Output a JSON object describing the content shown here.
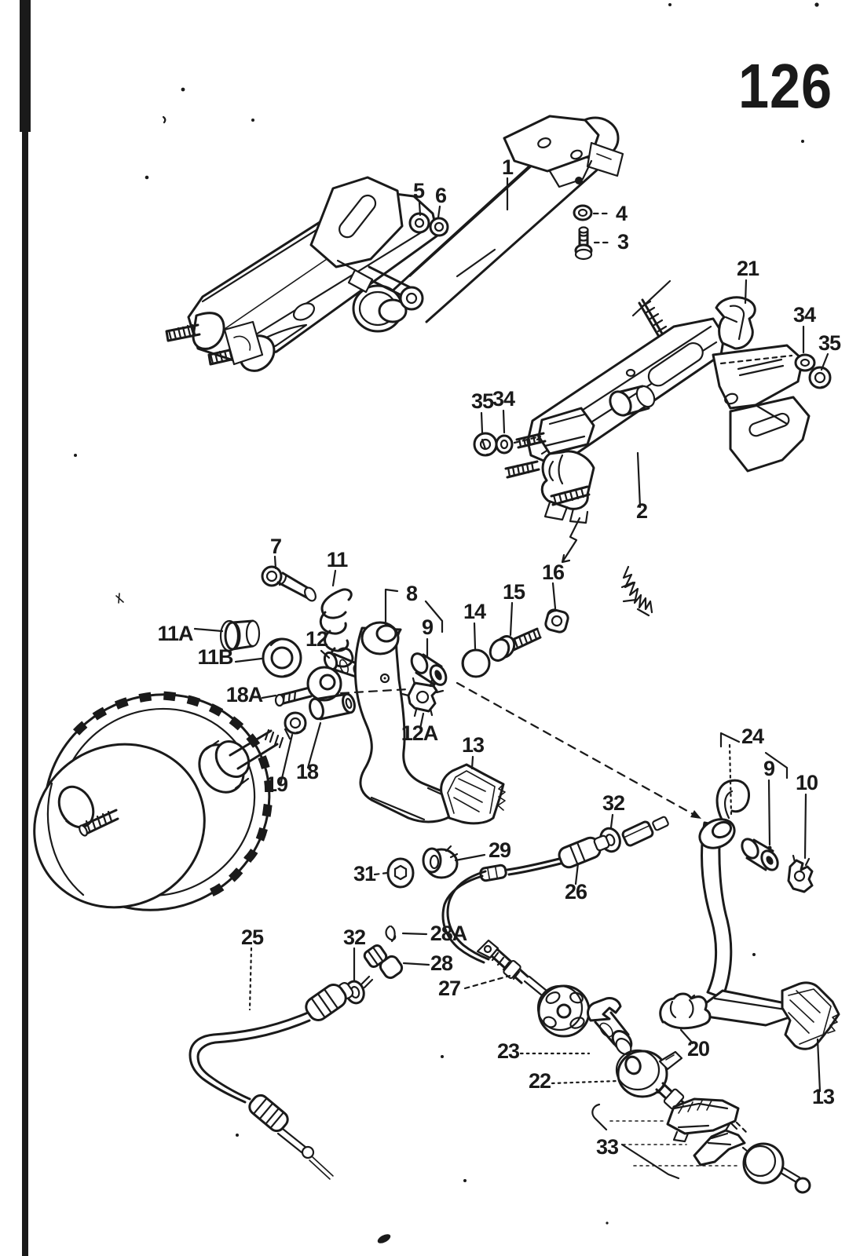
{
  "page": {
    "number": "126"
  },
  "colors": {
    "ink": "#1a1a1a",
    "paper": "#ffffff"
  },
  "part_labels": [
    {
      "text": "1"
    },
    {
      "text": "5"
    },
    {
      "text": "6"
    },
    {
      "text": "4"
    },
    {
      "text": "3"
    },
    {
      "text": "21"
    },
    {
      "text": "34"
    },
    {
      "text": "35"
    },
    {
      "text": "35"
    },
    {
      "text": "34"
    },
    {
      "text": "2"
    },
    {
      "text": "7"
    },
    {
      "text": "11"
    },
    {
      "text": "8"
    },
    {
      "text": "9"
    },
    {
      "text": "14"
    },
    {
      "text": "15"
    },
    {
      "text": "16"
    },
    {
      "text": "11A"
    },
    {
      "text": "11B"
    },
    {
      "text": "12"
    },
    {
      "text": "18A"
    },
    {
      "text": "18"
    },
    {
      "text": "19"
    },
    {
      "text": "12A"
    },
    {
      "text": "13"
    },
    {
      "text": "24"
    },
    {
      "text": "9"
    },
    {
      "text": "10"
    },
    {
      "text": "32"
    },
    {
      "text": "29"
    },
    {
      "text": "31"
    },
    {
      "text": "26"
    },
    {
      "text": "25"
    },
    {
      "text": "32"
    },
    {
      "text": "28A"
    },
    {
      "text": "28"
    },
    {
      "text": "27"
    },
    {
      "text": "23"
    },
    {
      "text": "22"
    },
    {
      "text": "20"
    },
    {
      "text": "13"
    },
    {
      "text": "33"
    }
  ]
}
